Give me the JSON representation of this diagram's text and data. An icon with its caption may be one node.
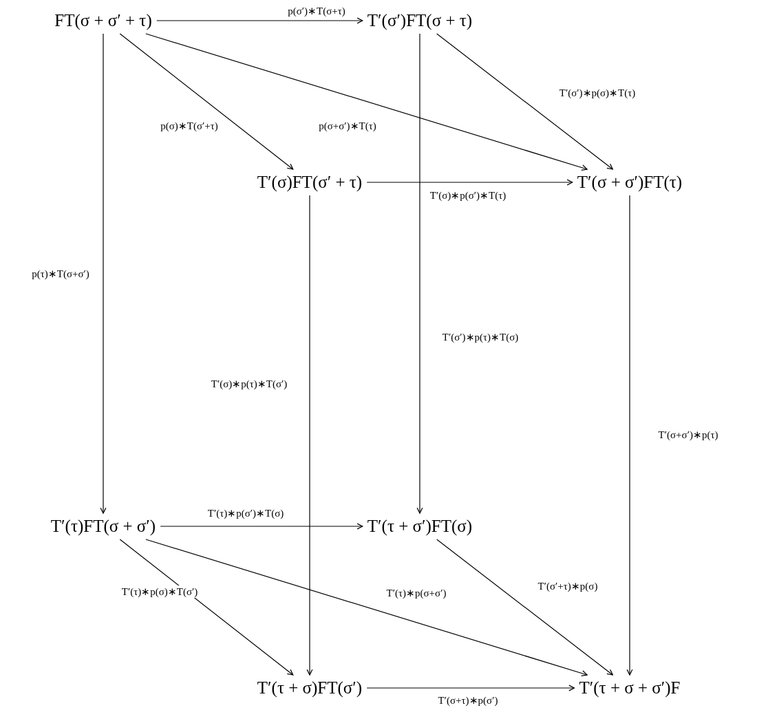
{
  "diagram": {
    "nodes": [
      {
        "text": [
          "FT(σ + σ′ + τ)"
        ]
      },
      {
        "text": [
          "T′(σ′)FT(σ + τ)"
        ]
      },
      {
        "text": [
          "T′(σ)FT(σ′ + τ)"
        ]
      },
      {
        "text": [
          "T′(σ + σ′)FT(τ)"
        ]
      },
      {
        "text": [
          "T′(τ)FT(σ + σ′)"
        ]
      },
      {
        "text": [
          "T′(τ + σ′)FT(σ)"
        ]
      },
      {
        "text": [
          "T′(τ + σ)FT(σ′)"
        ]
      },
      {
        "text": [
          "T′(τ + σ + σ′)F"
        ]
      }
    ],
    "edges": [
      {
        "from": 0,
        "to": 1,
        "arrow": "to",
        "label": "p(σ′)∗T(σ+τ)"
      },
      {
        "from": 0,
        "to": 2,
        "arrow": "to",
        "label": "p(σ)∗T(σ′+τ)"
      },
      {
        "from": 0,
        "to": 3,
        "arrow": "to",
        "label": "p(σ+σ′)∗T(τ)"
      },
      {
        "from": 0,
        "to": 4,
        "arrow": "to",
        "label": "p(τ)∗T(σ+σ′)"
      },
      {
        "from": 1,
        "to": 3,
        "arrow": "to",
        "label": "T′(σ′)∗p(σ)∗T(τ)"
      },
      {
        "from": 1,
        "to": 5,
        "arrow": "to",
        "label": "T′(σ′)∗p(τ)∗T(σ)"
      },
      {
        "from": 2,
        "to": 3,
        "arrow": "to",
        "label": "T′(σ)∗p(σ′)∗T(τ)"
      },
      {
        "from": 2,
        "to": 6,
        "arrow": "to",
        "label": "T′(σ)∗p(τ)∗T(σ′)"
      },
      {
        "from": 3,
        "to": 7,
        "arrow": "to",
        "label": "T′(σ+σ′)∗p(τ)"
      },
      {
        "from": 4,
        "to": 5,
        "arrow": "to",
        "label": "T′(τ)∗p(σ′)∗T(σ)"
      },
      {
        "from": 4,
        "to": 6,
        "arrow": "to",
        "label": "T′(τ)∗p(σ)∗T(σ′)"
      },
      {
        "from": 4,
        "to": 7,
        "arrow": "to",
        "label": "T′(τ)∗p(σ+σ′)"
      },
      {
        "from": 5,
        "to": 7,
        "arrow": "to",
        "label": "T′(σ′+τ)∗p(σ)"
      },
      {
        "from": 6,
        "to": 7,
        "arrow": "to",
        "label": "T′(σ+τ)∗p(σ′)"
      }
    ]
  }
}
